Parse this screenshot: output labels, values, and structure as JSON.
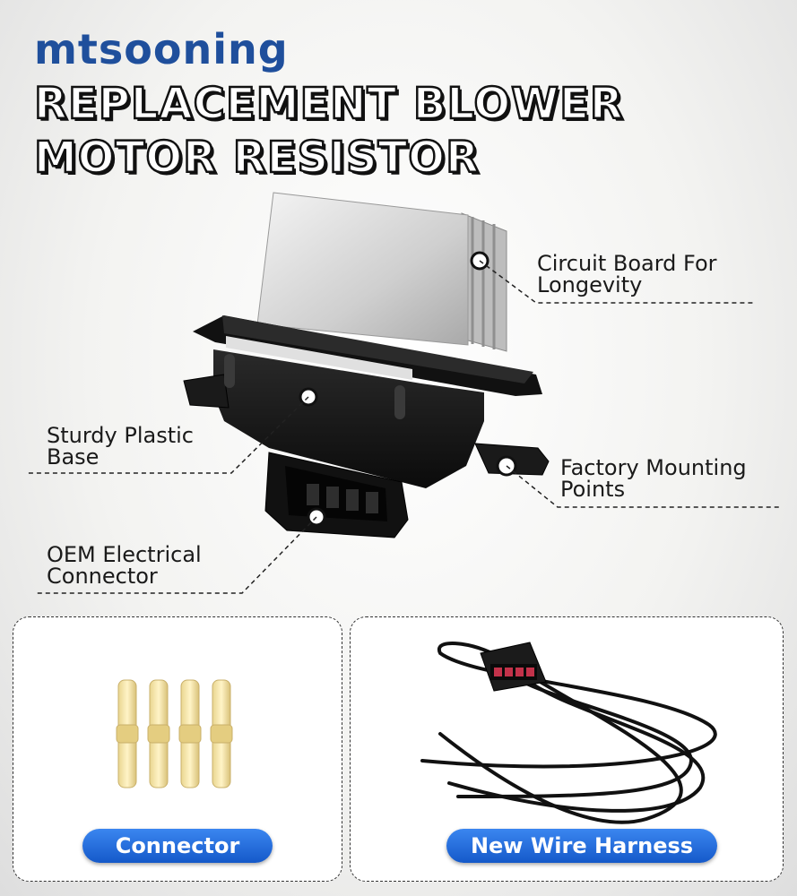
{
  "brand": "mtsooning",
  "title": {
    "line1": "REPLACEMENT BLOWER",
    "line2": "MOTOR RESISTOR"
  },
  "callouts": {
    "circuit_board": {
      "line1": "Circuit Board For",
      "line2": "Longevity"
    },
    "plastic_base": {
      "line1": "Sturdy Plastic",
      "line2": "Base"
    },
    "mounting_points": {
      "line1": "Factory Mounting",
      "line2": "Points"
    },
    "electrical_connector": {
      "line1": "OEM Electrical",
      "line2": "Connector"
    }
  },
  "panels": {
    "connector": {
      "label": "Connector"
    },
    "wire_harness": {
      "label": "New Wire Harness"
    }
  },
  "colors": {
    "brand": "#1f4f9c",
    "pill": "#1f6fe0"
  }
}
